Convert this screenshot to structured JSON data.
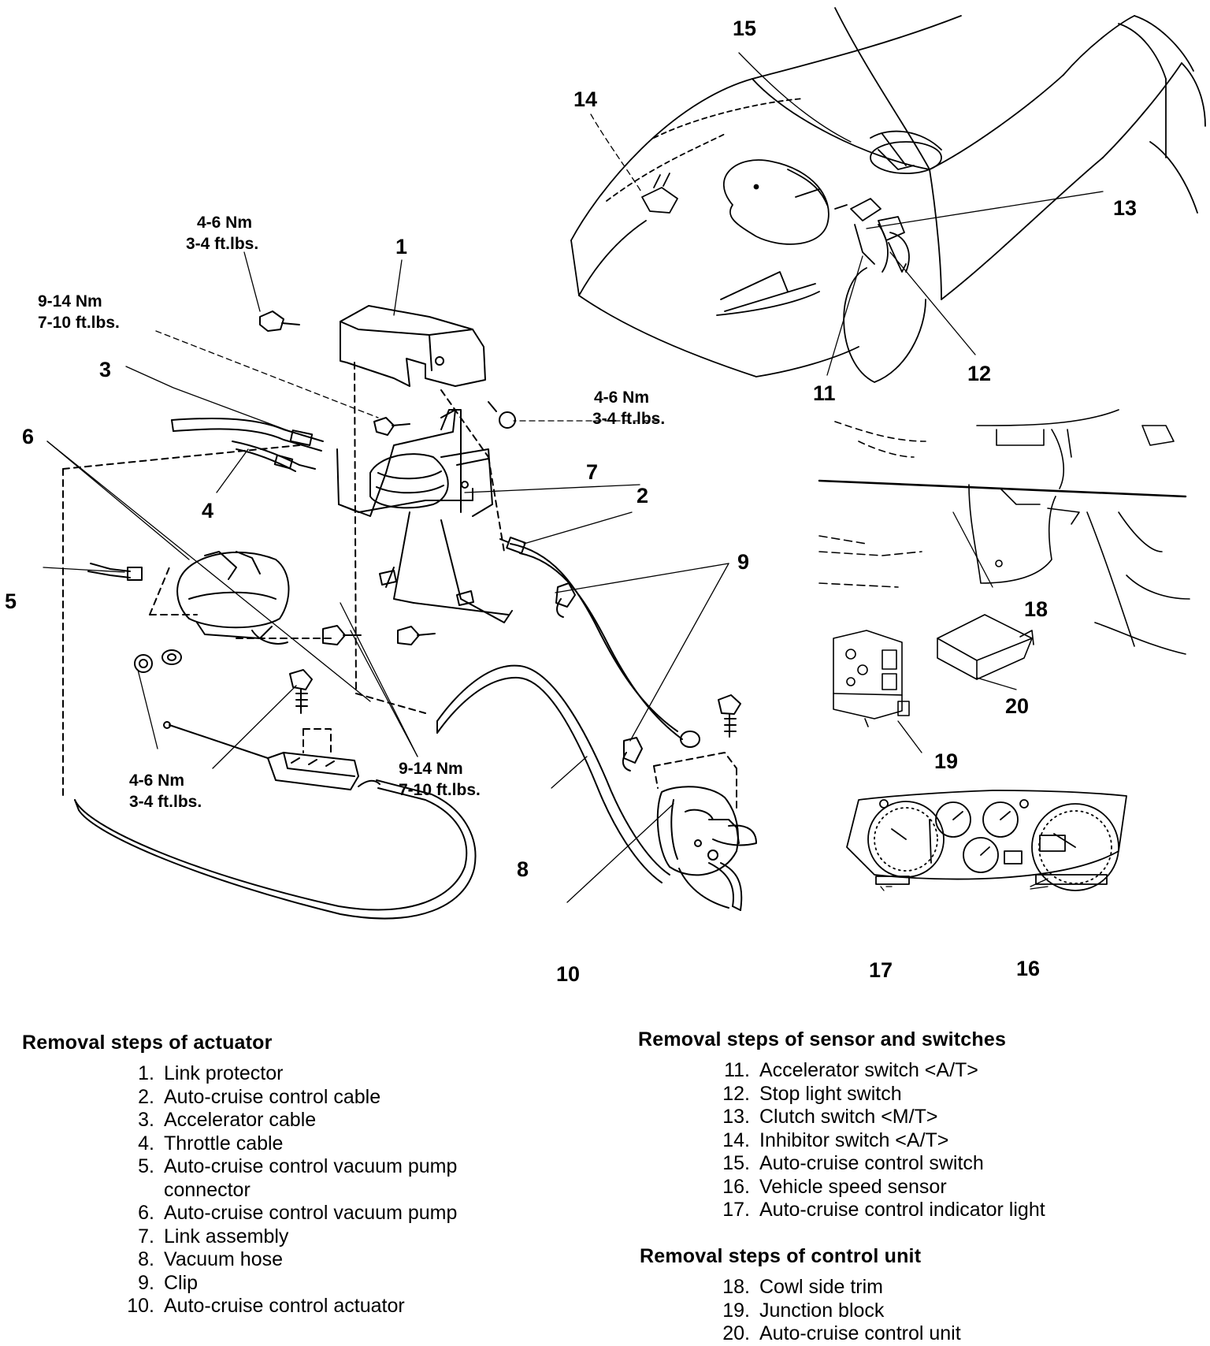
{
  "diagram": {
    "callouts": [
      "1",
      "2",
      "3",
      "4",
      "5",
      "6",
      "7",
      "8",
      "9",
      "10",
      "11",
      "12",
      "13",
      "14",
      "15",
      "16",
      "17",
      "18",
      "19",
      "20"
    ],
    "torque_specs": {
      "t1": [
        "4-6 Nm",
        "3-4 ft.lbs."
      ],
      "t2": [
        "9-14 Nm",
        "7-10 ft.lbs."
      ],
      "t3": [
        "4-6 Nm",
        "3-4 ft.lbs."
      ],
      "t4": [
        "9-14 Nm",
        "7-10 ft.lbs."
      ],
      "t5": [
        "4-6 Nm",
        "3-4 ft.lbs."
      ]
    }
  },
  "sections": [
    {
      "title": "Removal steps of actuator",
      "items": [
        {
          "num": "1.",
          "text": "Link protector"
        },
        {
          "num": "2.",
          "text": "Auto-cruise control cable"
        },
        {
          "num": "3.",
          "text": "Accelerator cable"
        },
        {
          "num": "4.",
          "text": "Throttle cable"
        },
        {
          "num": "5.",
          "text": "Auto-cruise control vacuum pump connector"
        },
        {
          "num": "6.",
          "text": "Auto-cruise control vacuum pump"
        },
        {
          "num": "7.",
          "text": "Link assembly"
        },
        {
          "num": "8.",
          "text": "Vacuum hose"
        },
        {
          "num": "9.",
          "text": "Clip"
        },
        {
          "num": "10.",
          "text": "Auto-cruise control actuator"
        }
      ]
    },
    {
      "title": "Removal steps of sensor and switches",
      "items": [
        {
          "num": "11.",
          "text": "Accelerator switch <A/T>"
        },
        {
          "num": "12.",
          "text": "Stop light switch"
        },
        {
          "num": "13.",
          "text": "Clutch switch <M/T>"
        },
        {
          "num": "14.",
          "text": "Inhibitor switch <A/T>"
        },
        {
          "num": "15.",
          "text": "Auto-cruise control switch"
        },
        {
          "num": "16.",
          "text": "Vehicle speed sensor"
        },
        {
          "num": "17.",
          "text": "Auto-cruise control indicator light"
        }
      ]
    },
    {
      "title": "Removal steps of control unit",
      "items": [
        {
          "num": "18.",
          "text": "Cowl side trim"
        },
        {
          "num": "19.",
          "text": "Junction block"
        },
        {
          "num": "20.",
          "text": "Auto-cruise control unit"
        }
      ]
    }
  ]
}
